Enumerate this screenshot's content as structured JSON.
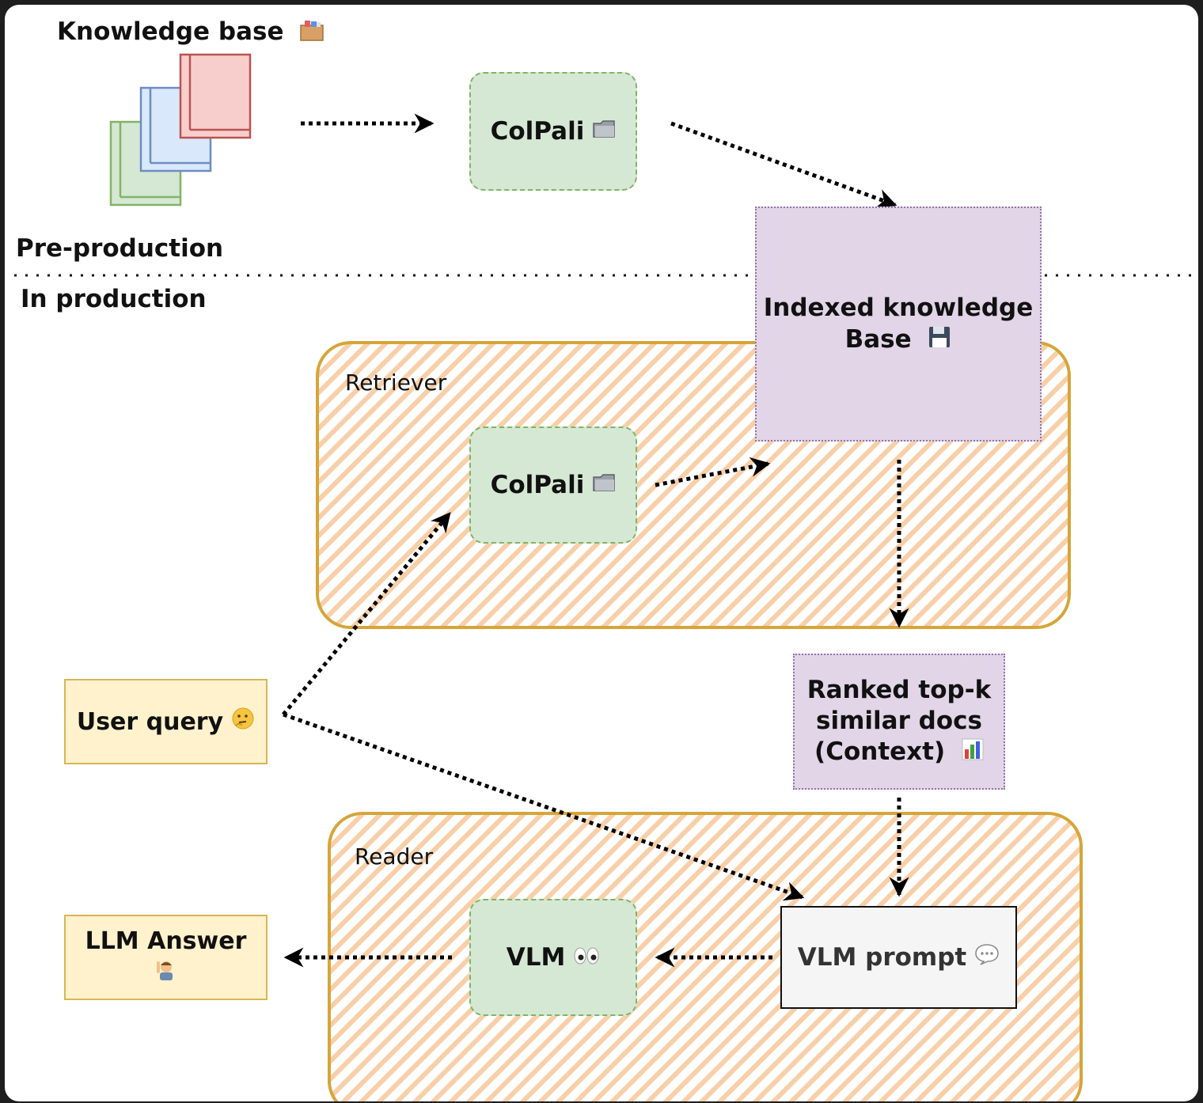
{
  "labels": {
    "knowledge_base": "Knowledge base",
    "pre_production": "Pre-production",
    "in_production": "In production"
  },
  "groups": {
    "retriever": "Retriever",
    "reader": "Reader"
  },
  "nodes": {
    "colpali_top": "ColPali",
    "colpali_retriever": "ColPali",
    "indexed_kb_line1": "Indexed knowledge",
    "indexed_kb_line2": "Base",
    "ranked_line1": "Ranked top-k",
    "ranked_line2": "similar docs",
    "ranked_line3": "(Context)",
    "user_query": "User query",
    "llm_answer": "LLM Answer",
    "vlm": "VLM",
    "vlm_prompt": "VLM prompt"
  },
  "icons": {
    "knowledge_base": "card-index-box-icon",
    "colpali": "folder-icon",
    "indexed_kb": "floppy-disk-icon",
    "ranked": "bar-chart-icon",
    "user_query": "thinking-face-icon",
    "llm_answer": "person-raising-hand-icon",
    "vlm": "eyes-icon",
    "vlm_prompt": "speech-bubble-icon"
  },
  "colors": {
    "green_fill": "#d5e8d4",
    "green_stroke": "#82b366",
    "purple_fill": "#e1d5e7",
    "purple_stroke": "#9673a6",
    "yellow_fill": "#fff2cc",
    "yellow_stroke": "#d6b656",
    "group_stroke": "#d6a53a",
    "hatch": "#f8cfa8"
  }
}
